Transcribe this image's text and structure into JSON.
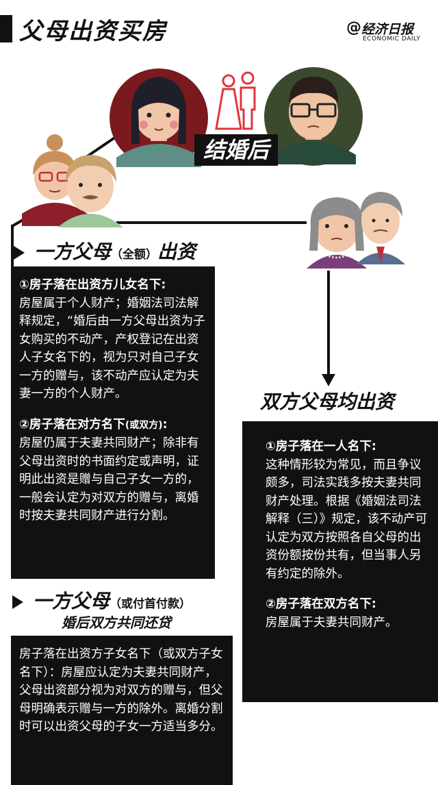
{
  "header": {
    "title": "父母出资买房",
    "logo_at": "@",
    "logo_cn": "经济日报",
    "logo_en": "ECONOMIC DAILY"
  },
  "marriage_label": "结婚后",
  "branch_one": {
    "heading_main_1": "一方父母",
    "heading_paren": "（全额）",
    "heading_main_2": "出资",
    "case1_title": "①房子落在出资方儿女名下:",
    "case1_body": "房屋属于个人财产；婚姻法司法解释规定，“婚后由一方父母出资为子女购买的不动产，产权登记在出资人子女名下的，视为只对自己子女一方的赠与，该不动产应认定为夫妻一方的个人财产。",
    "case2_title": "②房子落在对方名下",
    "case2_note": "(或双方)",
    "case2_colon": ":",
    "case2_body": "房屋仍属于夫妻共同财产；除非有父母出资时的书面约定或声明，证明此出资是赠与自己子女一方的，一般会认定为对双方的赠与，离婚时按夫妻共同财产进行分割。"
  },
  "branch_two": {
    "heading_main": "一方父母",
    "heading_paren": "（或付首付款）",
    "heading_sub": "婚后双方共同还贷",
    "body": "房子落在出资方子女名下（或双方子女名下）：房屋应认定为夫妻共同财产，父母出资部分视为对双方的赠与，但父母明确表示赠与一方的除外。离婚分割时可以出资父母的子女一方适当多分。"
  },
  "branch_three": {
    "heading": "双方父母均出资",
    "case1_title": "①房子落在一人名下:",
    "case1_body": "这种情形较为常见，而且争议颇多，司法实践多按夫妻共同财产处理。根据《婚姻法司法解释（三）》规定，该不动产可认定为双方按照各自父母的出资份额按份共有，但当事人另有约定的除外。",
    "case2_title": "②房子落在双方名下:",
    "case2_body": "房屋属于夫妻共同财产。"
  },
  "colors": {
    "ink": "#111111",
    "accent_red": "#e0343c",
    "wife_circle": "#7a1a1f",
    "husband_circle": "#3b4a2e",
    "left_parent_green": "#9cc79a",
    "right_mother_purple": "#7a3f7a",
    "right_father_blue": "#5a6f8f"
  },
  "icons": [
    "wife-icon",
    "husband-icon",
    "bride-groom-icon",
    "grandmother-icon",
    "grandfather-icon"
  ]
}
